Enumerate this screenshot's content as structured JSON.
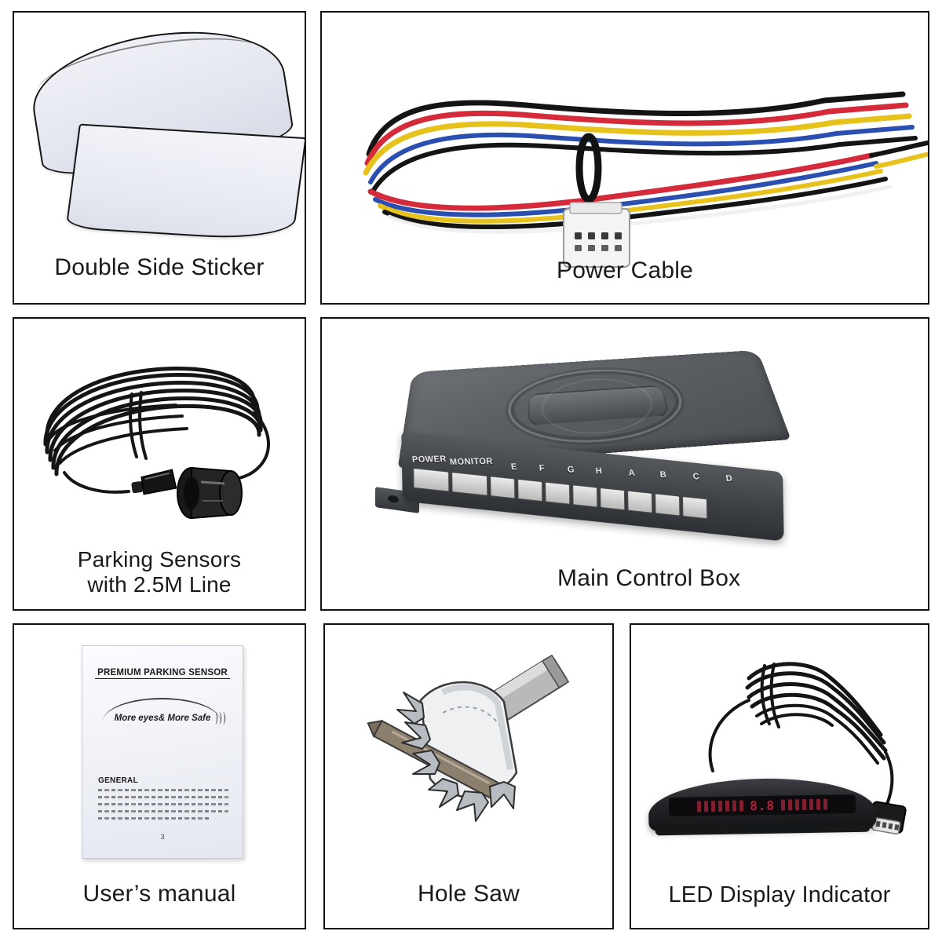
{
  "sheet": {
    "background_color": "#ffffff",
    "border_color": "#111111",
    "layout": "grid of product component panels"
  },
  "panels": [
    {
      "id": "double-side-sticker",
      "caption": "Double Side Sticker",
      "art": "two white adhesive pads, one curved strip and one rectangular sheet"
    },
    {
      "id": "power-cable",
      "caption": "Power Cable",
      "art": "coiled multicolor wire harness with white 4-pin connector",
      "wire_colors": [
        "#111111",
        "#d42a3a",
        "#2a4fb0",
        "#e8c21c",
        "#f2f2f2"
      ],
      "connector": {
        "type": "4-pin",
        "color": "#f2f2f2",
        "pin_count": 4
      }
    },
    {
      "id": "parking-sensors",
      "caption": "Parking Sensors\nwith 2.5M Line",
      "caption_line1": "Parking Sensors",
      "caption_line2": "with 2.5M Line",
      "cable_length": "2.5M",
      "art": "black coiled sensor cable with cylindrical ultrasonic sensor head"
    },
    {
      "id": "main-control-box",
      "caption": "Main Control Box",
      "art": "dark gray control module with embossed oval logo and labeled port strip",
      "body_color": "#4c5055",
      "port_labels": [
        "POWER",
        "MONITOR",
        "E",
        "F",
        "G",
        "H",
        "A",
        "B",
        "C",
        "D"
      ]
    },
    {
      "id": "users-manual",
      "caption": "User’s manual",
      "art": "printed instruction booklet cover",
      "cover": {
        "title": "PREMIUM PARKING SENSOR",
        "slogan": "More eyes& More Safe",
        "section_heading": "GENERAL",
        "page_number": "3"
      }
    },
    {
      "id": "hole-saw",
      "caption": "Hole Saw",
      "art": "metal hole saw cutter bit with toothed crown and hex shank"
    },
    {
      "id": "led-display-indicator",
      "caption": "LED Display Indicator",
      "art": "curved black LED parking display with coiled cable and connector",
      "display": {
        "digits": "8.8",
        "segment_color": "#b3243c",
        "left_segments": 7,
        "right_segments": 7
      }
    }
  ]
}
